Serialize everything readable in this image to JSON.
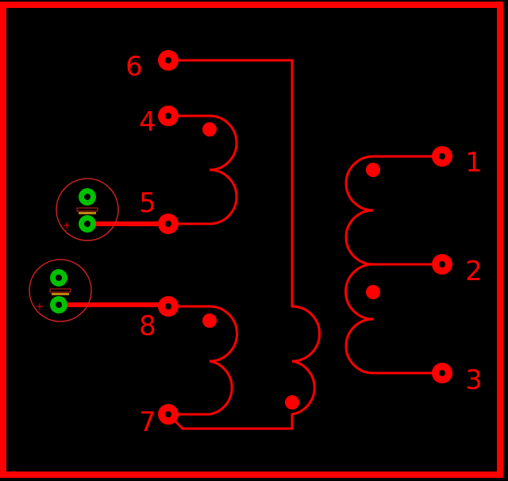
{
  "colors": {
    "background": "#000000",
    "trace": "#ff0000",
    "pad_ring": "#ff0000",
    "pad_hole": "#000000",
    "cap_pad": "#00c000",
    "cap_outline": "#cc2222",
    "cap_body": "#b8860b"
  },
  "pins": {
    "p1": "1",
    "p2": "2",
    "p3": "3",
    "p4": "4",
    "p5": "5",
    "p6": "6",
    "p7": "7",
    "p8": "8"
  },
  "capacitors": {
    "c_top": {
      "polarity": "+"
    },
    "c_bottom": {
      "polarity": "+"
    }
  },
  "icons": {
    "pad": "through-hole-pad-icon",
    "polarity_dot": "winding-start-dot-icon",
    "capacitor": "polarized-capacitor-icon",
    "coil": "inductor-coil-icon"
  }
}
